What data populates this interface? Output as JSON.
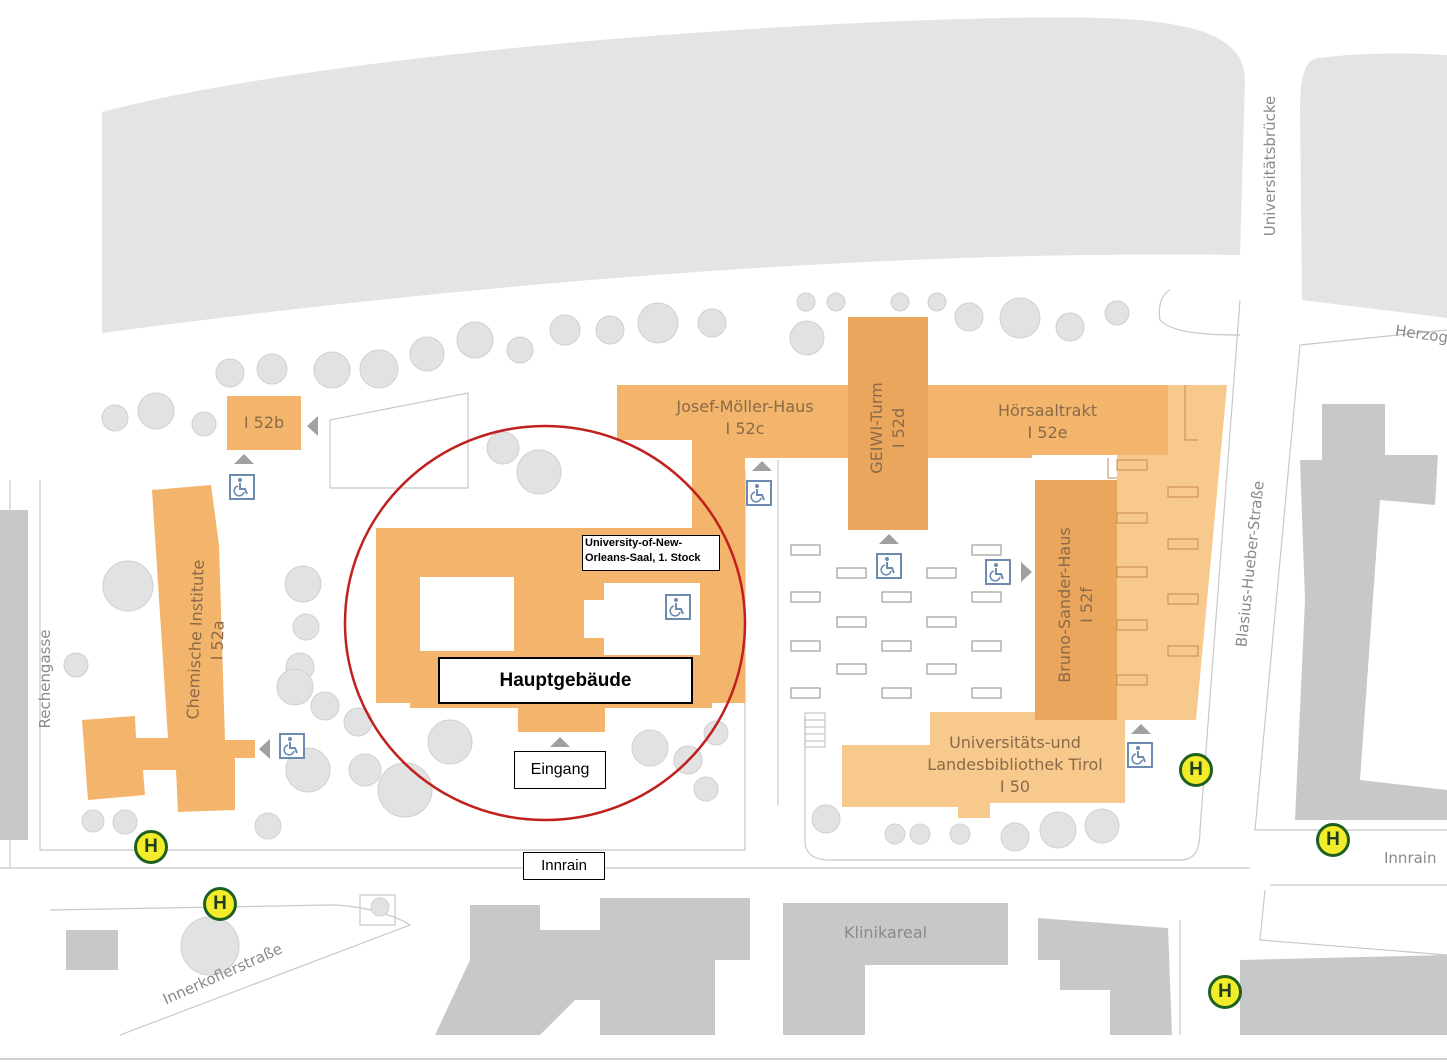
{
  "streets": {
    "universitaetsbruecke": "Universitätsbrücke",
    "herzog": "Herzog",
    "rechengasse": "Rechengasse",
    "blasius_hueber": "Blasius-Hueber-Straße",
    "innrain_right": "Innrain",
    "innerkoflerstrasse": "Innerkoflerstraße",
    "klinikareal": "Klinikareal"
  },
  "buildings": {
    "i52b": "I 52b",
    "chemische_name": "Chemische Institute",
    "chemische_code": "I 52a",
    "moeller_name": "Josef-Möller-Haus",
    "moeller_code": "I 52c",
    "geiwi_name": "GEIWI-Turm",
    "geiwi_code": "I 52d",
    "hoersaal_name": "Hörsaaltrakt",
    "hoersaal_code": "I 52e",
    "sander_name": "Bruno-Sander-Haus",
    "sander_code": "I 52f",
    "ulb_line1": "Universitäts-und",
    "ulb_line2": "Landesbibliothek Tirol",
    "ulb_code": "I 50"
  },
  "callouts": {
    "saal_line1": "University-of-New-",
    "saal_line2": "Orleans-Saal, 1. Stock",
    "hauptgebaeude": "Hauptgebäude",
    "eingang": "Eingang",
    "innrain": "Innrain"
  },
  "bus_stop_symbol": "H",
  "icons": [
    "wheelchair-icon",
    "bus-stop-icon",
    "entrance-arrow-icon"
  ],
  "colors": {
    "building_orange": "#f2b56b",
    "building_light": "#f8c98d",
    "building_dark": "#eba65e",
    "gray_building": "#c8c8c8",
    "river": "#e4e4e4",
    "tree": "#e2e2e2",
    "highlight_circle": "#c0201e",
    "bus_stop_fill": "#f3ec2a",
    "wheelchair_blue": "#6b8bb0"
  }
}
